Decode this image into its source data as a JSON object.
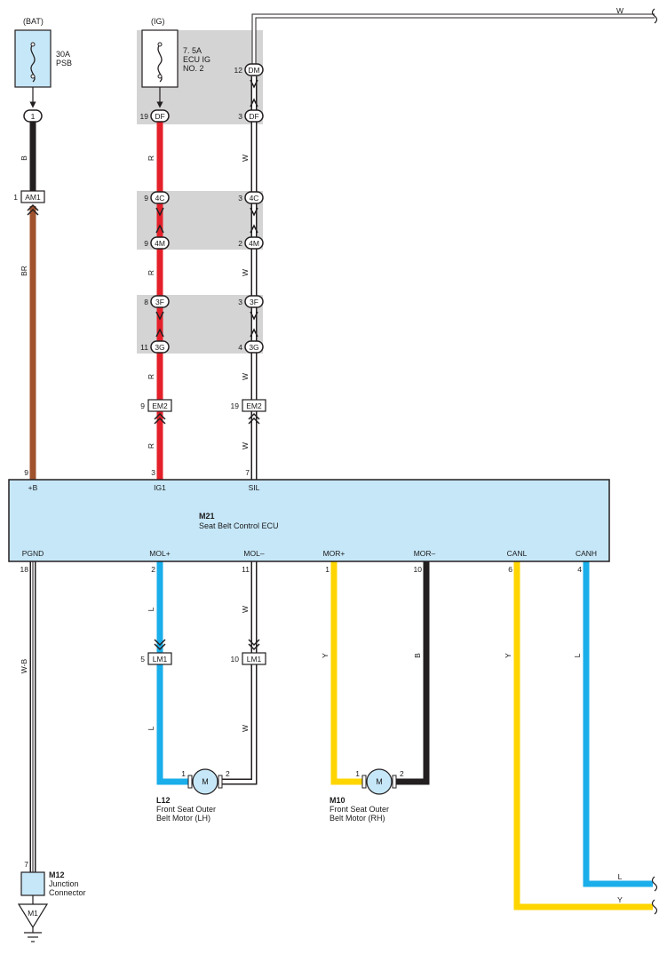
{
  "colors": {
    "ecu_fill": "#c6e7f8",
    "fuse_fill": "#c6e7f8",
    "grey_block": "#d4d4d4",
    "red": "#e4202a",
    "brown": "#a0522d",
    "black": "#231f20",
    "blue": "#1aaeea",
    "yellow": "#ffd500"
  },
  "power": {
    "bat_label": "(BAT)",
    "bat_fuse_amp": "30A",
    "bat_fuse_name": "PSB",
    "ig_label": "(IG)",
    "ig_fuse_amp": "7. 5A",
    "ig_fuse_name1": "ECU IG",
    "ig_fuse_name2": "NO. 2"
  },
  "connectors": {
    "bat_pin": "1",
    "am1": "AM1",
    "am1_pin": "1",
    "df": "DF",
    "df_pin_r": "19",
    "df_pin_w": "3",
    "dm": "DM",
    "dm_pin": "12",
    "c4c": "4C",
    "c4c_pin_r": "9",
    "c4c_pin_w": "3",
    "c4m": "4M",
    "c4m_pin_r": "9",
    "c4m_pin_w": "2",
    "c3f": "3F",
    "c3f_pin_r": "8",
    "c3f_pin_w": "3",
    "c3g": "3G",
    "c3g_pin_r": "11",
    "c3g_pin_w": "4",
    "em2": "EM2",
    "em2_pin_r": "9",
    "em2_pin_w": "19",
    "lm1": "LM1",
    "lm1_pin_l": "5",
    "lm1_pin_w": "10"
  },
  "wires": {
    "b": "B",
    "br": "BR",
    "r": "R",
    "w": "W",
    "sil": "W",
    "wb": "W-B",
    "l": "L",
    "y": "Y",
    "top_w": "W",
    "canh_out": "L",
    "canl_out": "Y"
  },
  "ecu": {
    "code": "M21",
    "name": "Seat Belt Control ECU",
    "pins_top": [
      {
        "num": "9",
        "label": "+B"
      },
      {
        "num": "3",
        "label": "IG1"
      },
      {
        "num": "7",
        "label": "SIL"
      }
    ],
    "pins_bottom": [
      {
        "num": "18",
        "label": "PGND"
      },
      {
        "num": "2",
        "label": "MOL+"
      },
      {
        "num": "11",
        "label": "MOL–"
      },
      {
        "num": "1",
        "label": "MOR+"
      },
      {
        "num": "10",
        "label": "MOR–"
      },
      {
        "num": "6",
        "label": "CANL"
      },
      {
        "num": "4",
        "label": "CANH"
      }
    ]
  },
  "motors": {
    "symbol": "M",
    "lh": {
      "code": "L12",
      "name1": "Front Seat Outer",
      "name2": "Belt Motor (LH)",
      "pin1": "1",
      "pin2": "2"
    },
    "rh": {
      "code": "M10",
      "name1": "Front Seat Outer",
      "name2": "Belt Motor (RH)",
      "pin1": "1",
      "pin2": "2"
    }
  },
  "junction": {
    "code": "M12",
    "name1": "Junction",
    "name2": "Connector",
    "pin": "7",
    "ground": "M1"
  }
}
